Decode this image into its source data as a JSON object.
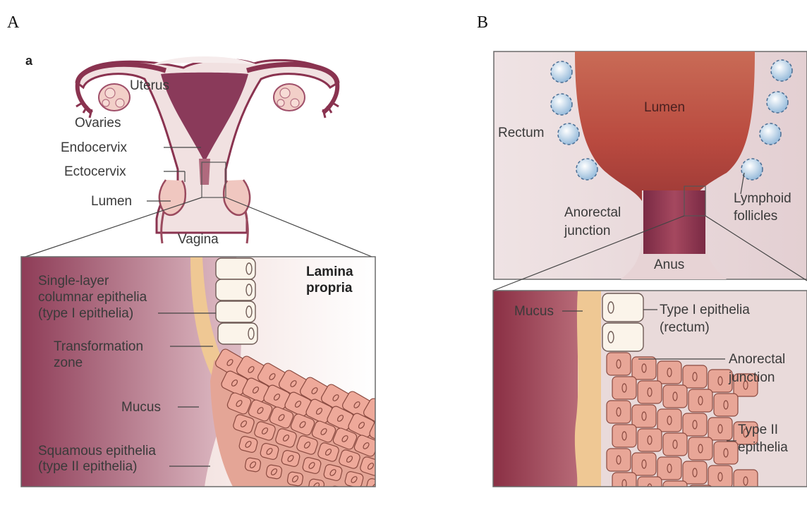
{
  "panel_a": {
    "letter": "A",
    "sub_letter": "a",
    "labels": {
      "uterus": "Uterus",
      "ovaries": "Ovaries",
      "endocervix": "Endocervix",
      "ectocervix": "Ectocervix",
      "lumen": "Lumen",
      "vagina": "Vagina",
      "columnar_1": "Single-layer",
      "columnar_2": "columnar epithelia",
      "columnar_3": "(type I epithelia)",
      "transformation_1": "Transformation",
      "transformation_2": "zone",
      "mucus": "Mucus",
      "squamous_1": "Squamous epithelia",
      "squamous_2": "(type II epithelia)",
      "lamina_1": "Lamina",
      "lamina_2": "propria"
    }
  },
  "panel_b": {
    "letter": "B",
    "labels": {
      "lumen": "Lumen",
      "rectum": "Rectum",
      "lymphoid_1": "Lymphoid",
      "lymphoid_2": "follicles",
      "anorectal_1": "Anorectal",
      "anorectal_2": "junction",
      "anus": "Anus",
      "mucus": "Mucus",
      "type1_1": "Type I epithelia",
      "type1_2": "(rectum)",
      "anorectal_j_1": "Anorectal",
      "anorectal_j_2": "junction",
      "type2_1": "Type II",
      "type2_2": "epithelia"
    }
  }
}
